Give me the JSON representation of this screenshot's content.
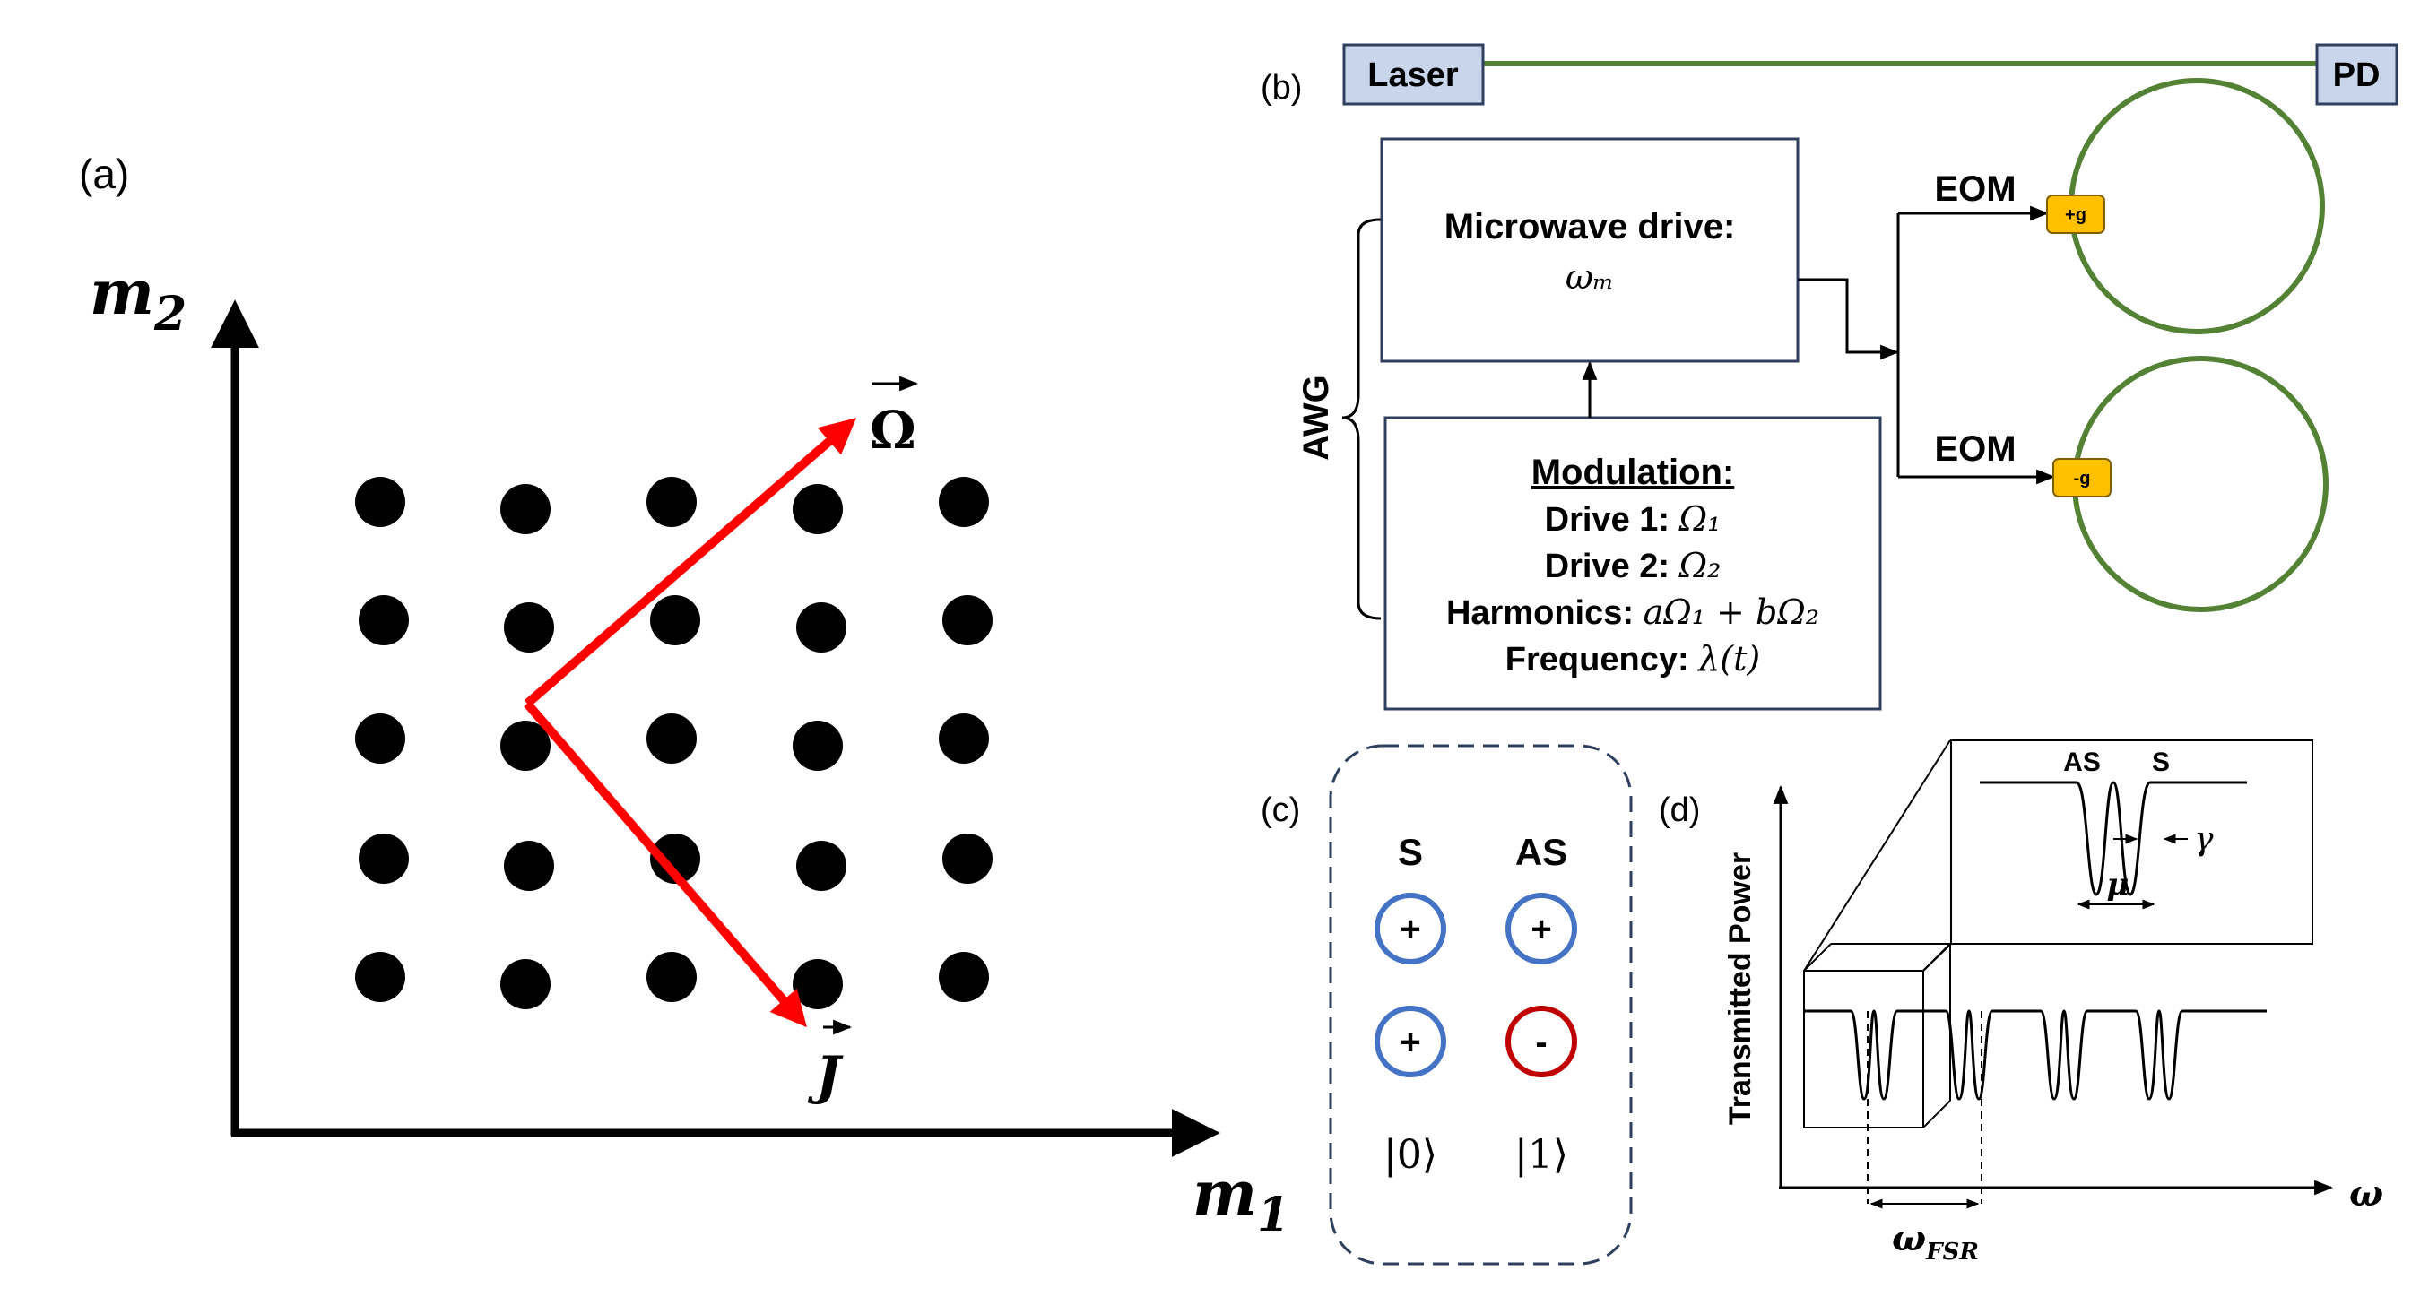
{
  "colors": {
    "black": "#000000",
    "red_arrow": "#ff0000",
    "ring_green": "#548235",
    "box_fill": "#c9d5ea",
    "box_edge": "#2f3f5e",
    "coupler_fill": "#ffc000",
    "coupler_edge": "#7f6000",
    "plus_circle": "#4472c4",
    "minus_circle": "#c00000",
    "dash_box": "#2f3f5e"
  },
  "panel_a": {
    "label": "(a)",
    "x_axis": "m₁",
    "y_axis": "m₂",
    "omega_vec": "Ω",
    "j_vec": "J",
    "grid": {
      "rows": 5,
      "cols": 5
    }
  },
  "panel_b": {
    "label": "(b)",
    "laser": "Laser",
    "pd": "PD",
    "awg": "AWG",
    "mw_title": "Microwave drive:",
    "mw_freq": "ωₘ",
    "mod_title": "Modulation:",
    "mod_lines": [
      {
        "key": "Drive 1:",
        "val": "Ω₁"
      },
      {
        "key": "Drive 2:",
        "val": "Ω₂"
      },
      {
        "key": "Harmonics:",
        "val": "aΩ₁ + bΩ₂"
      },
      {
        "key": "Frequency:",
        "val": "λ(t)"
      }
    ],
    "eom_top": "EOM",
    "eom_bottom": "EOM",
    "coupler_top": "+g",
    "coupler_bottom": "-g"
  },
  "panel_c": {
    "label": "(c)",
    "col_s": "S",
    "col_as": "AS",
    "s_top": "+",
    "as_top": "+",
    "s_bottom": "+",
    "as_bottom": "-",
    "ket0": "|0⟩",
    "ket1": "|1⟩"
  },
  "panel_d": {
    "label": "(d)",
    "ylabel": "Transmitted Power",
    "xlabel": "ω",
    "fsr": "ω",
    "fsr_sub": "FSR",
    "inset_as": "AS",
    "inset_s": "S",
    "inset_mu": "μ",
    "inset_gamma": "γ"
  }
}
